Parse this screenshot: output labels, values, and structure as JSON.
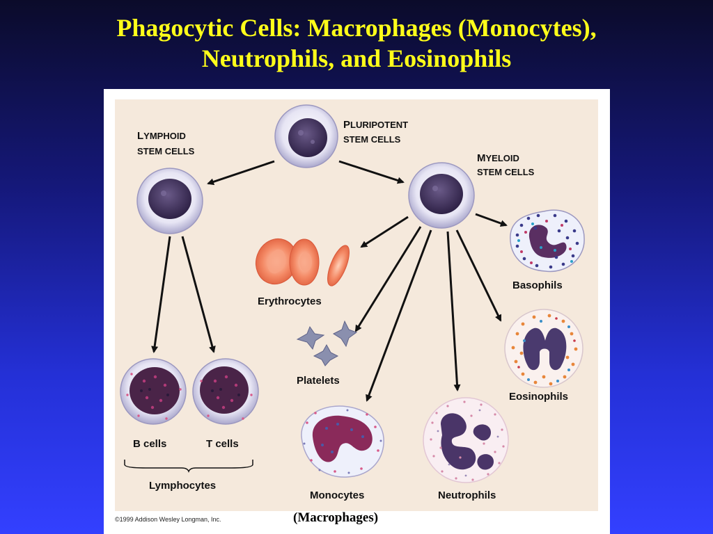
{
  "slide": {
    "title_line1": "Phagocytic Cells: Macrophages (Monocytes),",
    "title_line2": "Neutrophils, and Eosinophils"
  },
  "diagram": {
    "pluripotent": {
      "cap": "P",
      "rest": "LURIPOTENT",
      "line2": "STEM CELLS"
    },
    "lymphoid": {
      "cap": "L",
      "rest": "YMPHOID",
      "line2": "STEM CELLS"
    },
    "myeloid": {
      "cap": "M",
      "rest": "YELOID",
      "line2": "STEM CELLS"
    },
    "erythrocytes": "Erythrocytes",
    "platelets": "Platelets",
    "basophils": "Basophils",
    "eosinophils": "Eosinophils",
    "neutrophils": "Neutrophils",
    "monocytes": "Monocytes",
    "b_cells": "B cells",
    "t_cells": "T cells",
    "lymphocytes": "Lymphocytes",
    "macrophages_caption": "(Macrophages)",
    "copyright": "©1999 Addison Wesley Longman, Inc."
  },
  "colors": {
    "background_panel": "#f5e9dc",
    "nucleus": "#4a3566",
    "membrane": "#d8d6ec",
    "erythrocyte": "#f0805e",
    "eosinophil_granule": "#e8863a",
    "basophil_granule": "#3a3a8a"
  }
}
